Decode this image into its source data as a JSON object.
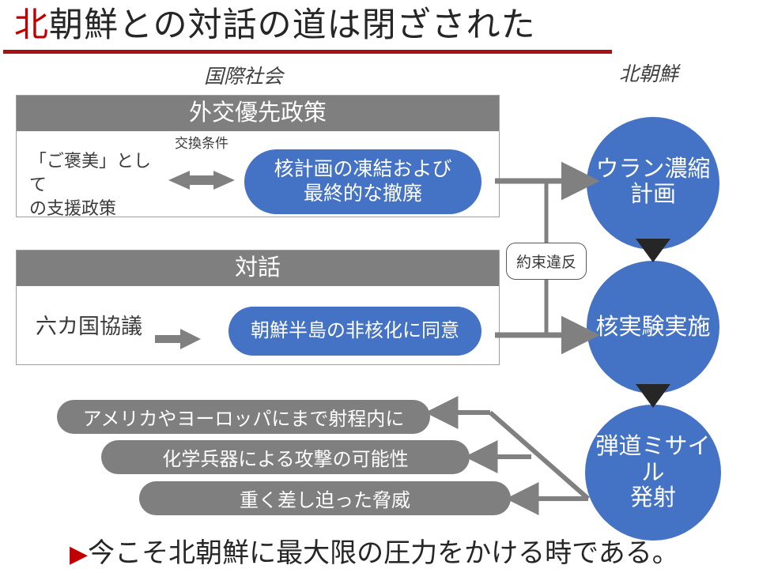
{
  "slide": {
    "title_accent": "北",
    "title_rest": "朝鮮との対話の道は閉ざされた",
    "conclusion_marker": "▶",
    "conclusion_text": "今こそ北朝鮮に最大限の圧力をかける時である。"
  },
  "captions": {
    "left": "国際社会",
    "right": "北朝鮮"
  },
  "panels": [
    {
      "id": "policy",
      "header": "外交優先政策",
      "label": "「ご褒美」として\nの支援政策",
      "connector_label": "交換条件",
      "shape": "核計画の凍結および\n最終的な撤廃"
    },
    {
      "id": "dialog",
      "header": "対話",
      "label": "六カ国協議",
      "shape": "朝鮮半島の非核化に同意"
    }
  ],
  "callout": {
    "violation": "約束違反"
  },
  "circles": [
    {
      "id": "uranium",
      "label": "ウラン濃縮\n計画"
    },
    {
      "id": "nuketest",
      "label": "核実験実施"
    },
    {
      "id": "missile",
      "label": "弾道ミサイル\n発射"
    }
  ],
  "threats": [
    {
      "id": "range",
      "label": "アメリカやヨーロッパにまで射程内に"
    },
    {
      "id": "chem",
      "label": "化学兵器による攻撃の可能性"
    },
    {
      "id": "threat",
      "label": "重く差し迫った脅威"
    }
  ],
  "colors": {
    "accent_blue": "#4472C4",
    "gray": "#7F7F7F",
    "title_red": "#C00000",
    "rule_red": "#A81212",
    "connector_gray": "#808080",
    "arrow_dark": "#262626"
  }
}
